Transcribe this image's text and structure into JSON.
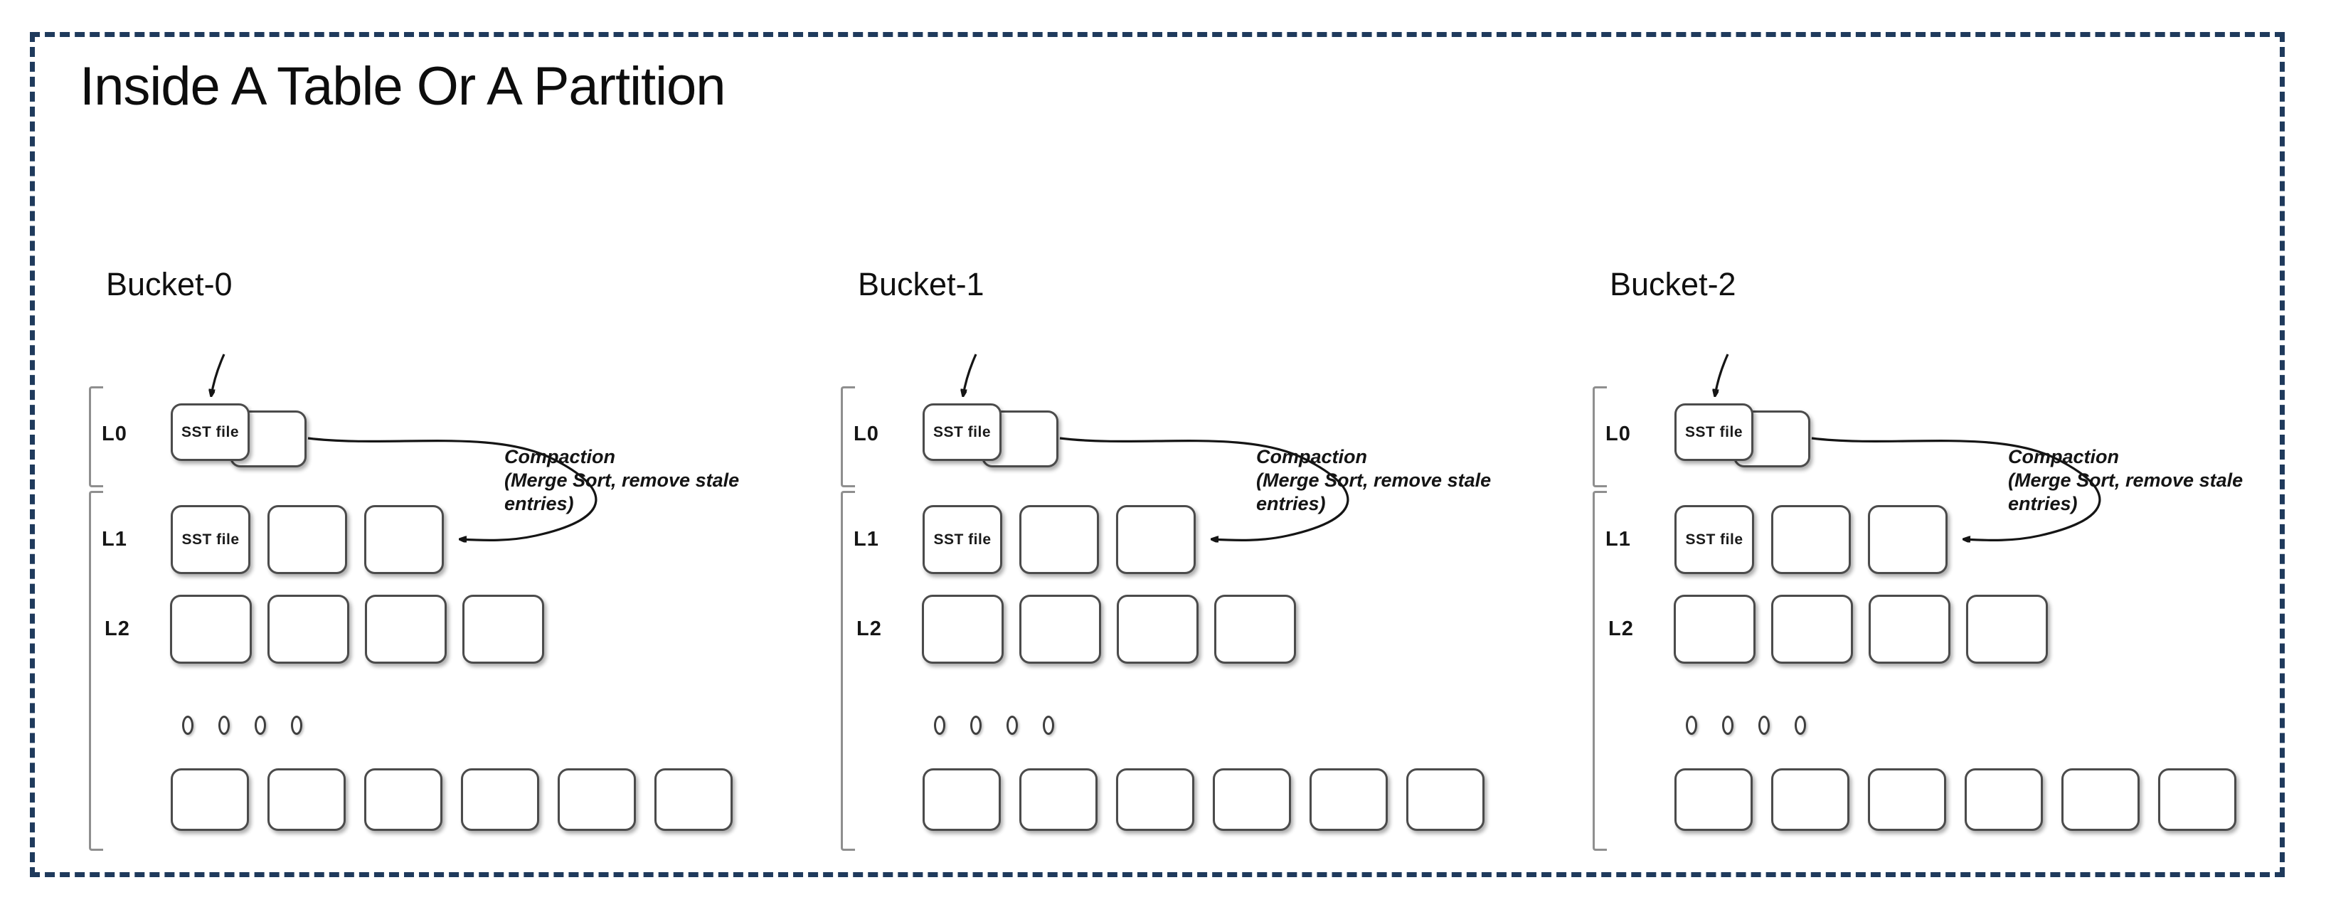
{
  "slide": {
    "title": "Inside A Table Or A Partition",
    "border_color": "#1f3a5c",
    "background": "#ffffff"
  },
  "buckets": [
    {
      "name": "Bucket-0"
    },
    {
      "name": "Bucket-1"
    },
    {
      "name": "Bucket-2"
    }
  ],
  "shared": {
    "l0": "L0",
    "l1": "L1",
    "l2": "L2",
    "sst": "SST file",
    "comp1": "Compaction",
    "comp2": "(Merge Sort, remove stale",
    "comp3": "entries)"
  },
  "structure": {
    "l0_boxes": 2,
    "l1_boxes": 3,
    "l2_boxes": 4,
    "bottom_boxes": 6,
    "ellipsis_dots": 4
  }
}
